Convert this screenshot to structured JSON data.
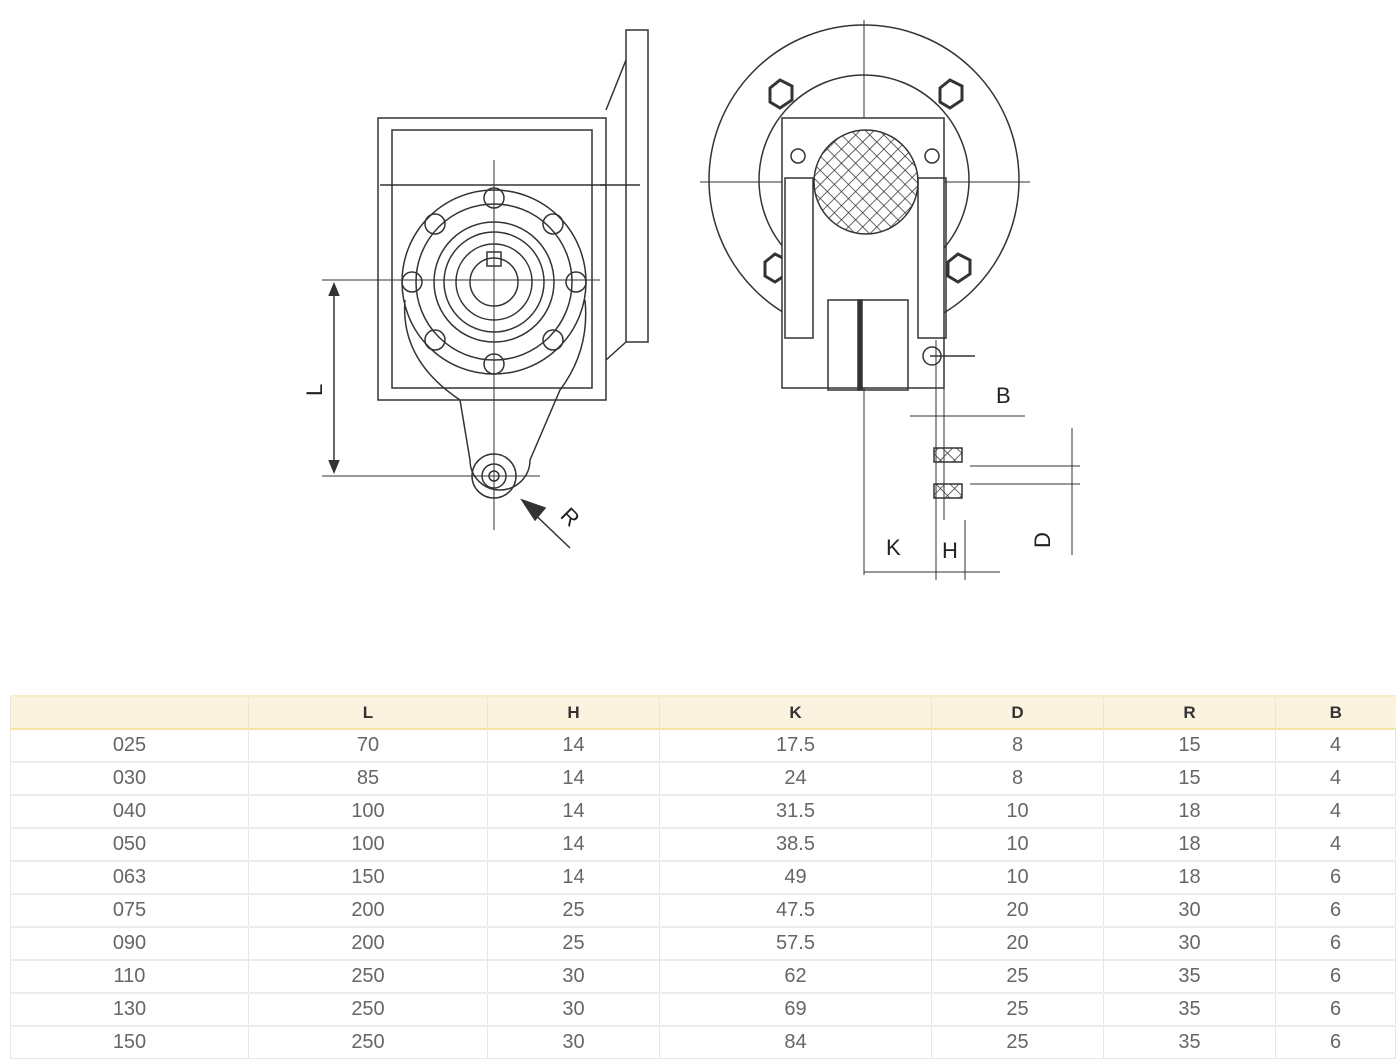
{
  "drawing": {
    "dimension_labels": {
      "L": "L",
      "R": "R",
      "B": "B",
      "K": "K",
      "H": "H",
      "D": "D"
    }
  },
  "table": {
    "headers": [
      "",
      "L",
      "H",
      "K",
      "D",
      "R",
      "B"
    ],
    "rows": [
      [
        "025",
        "70",
        "14",
        "17.5",
        "8",
        "15",
        "4"
      ],
      [
        "030",
        "85",
        "14",
        "24",
        "8",
        "15",
        "4"
      ],
      [
        "040",
        "100",
        "14",
        "31.5",
        "10",
        "18",
        "4"
      ],
      [
        "050",
        "100",
        "14",
        "38.5",
        "10",
        "18",
        "4"
      ],
      [
        "063",
        "150",
        "14",
        "49",
        "10",
        "18",
        "6"
      ],
      [
        "075",
        "200",
        "25",
        "47.5",
        "20",
        "30",
        "6"
      ],
      [
        "090",
        "200",
        "25",
        "57.5",
        "20",
        "30",
        "6"
      ],
      [
        "110",
        "250",
        "30",
        "62",
        "25",
        "35",
        "6"
      ],
      [
        "130",
        "250",
        "30",
        "69",
        "25",
        "35",
        "6"
      ],
      [
        "150",
        "250",
        "30",
        "84",
        "25",
        "35",
        "6"
      ]
    ]
  }
}
